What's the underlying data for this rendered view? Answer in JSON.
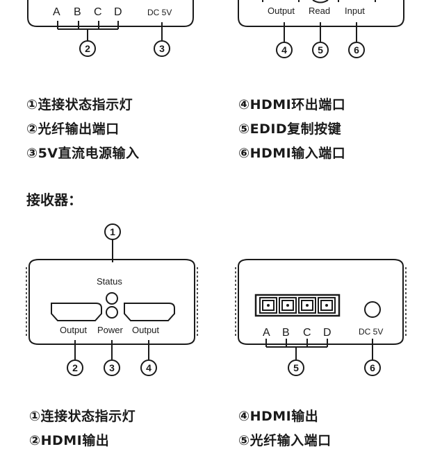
{
  "top": {
    "left_ports": [
      "A",
      "B",
      "C",
      "D"
    ],
    "power_label": "DC 5V",
    "right_labels": [
      "Output",
      "Read",
      "Input"
    ],
    "markers": [
      "②",
      "③",
      "④",
      "⑤",
      "⑥"
    ],
    "legend_left": [
      "①连接状态指示灯",
      "②光纤输出端口",
      "③5V直流电源输入"
    ],
    "legend_right": [
      "④HDMI环出端口",
      "⑤EDID复制按键",
      "⑥HDMI输入端口"
    ]
  },
  "receiver": {
    "heading": "接收器：",
    "top_marker": "①",
    "left_labels": {
      "status": "Status",
      "output_left": "Output",
      "power": "Power",
      "output_right": "Output"
    },
    "left_markers": [
      "②",
      "③",
      "④"
    ],
    "right_ports": [
      "A",
      "B",
      "C",
      "D"
    ],
    "power_label": "DC 5V",
    "right_markers": [
      "⑤",
      "⑥"
    ],
    "legend_left": [
      "①连接状态指示灯",
      "②HDMI输出"
    ],
    "legend_right": [
      "④HDMI输出",
      "⑤光纤输入端口"
    ]
  }
}
